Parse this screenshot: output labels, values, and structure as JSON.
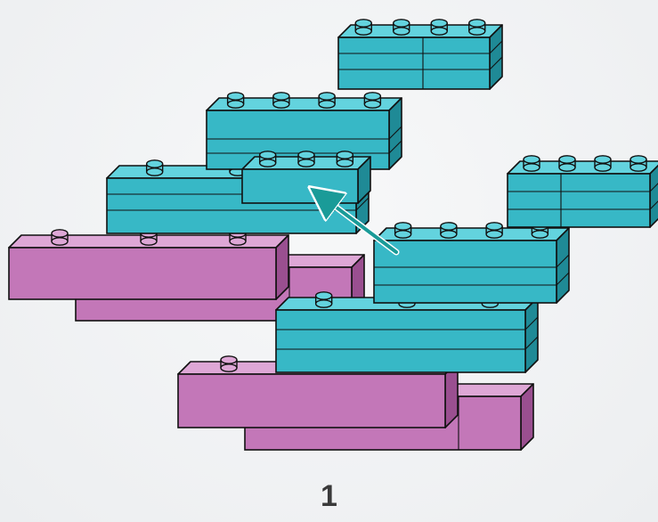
{
  "step": {
    "number": "1"
  },
  "colors": {
    "teal_front": "#37b8c6",
    "teal_top": "#63d3de",
    "teal_side": "#1f8a96",
    "purple_front": "#c377b8",
    "purple_top": "#dea7d6",
    "purple_side": "#9a4f90",
    "arrow": "#1a9b98",
    "outline": "#111111"
  },
  "diagram": {
    "assemblies": [
      {
        "name": "assembly-in-progress"
      },
      {
        "name": "assembly-reference"
      }
    ],
    "arrow_icon": "diagonal-arrow-up-left"
  }
}
